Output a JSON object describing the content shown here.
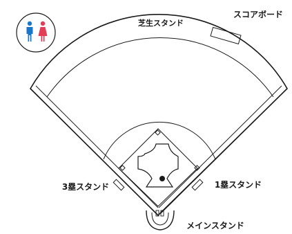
{
  "restroom": {
    "icon": "restroom-icon",
    "male_color": "#1976c8",
    "female_color": "#e33d58"
  },
  "labels": {
    "lawn_stand": "芝生スタンド",
    "scoreboard": "スコアボード",
    "third_base_stand": "3塁スタンド",
    "first_base_stand": "1塁スタンド",
    "main_stand": "メインスタンド"
  },
  "colors": {
    "line": "#1a1a1a",
    "background": "#ffffff",
    "main_stand_fill": "#ececec"
  }
}
